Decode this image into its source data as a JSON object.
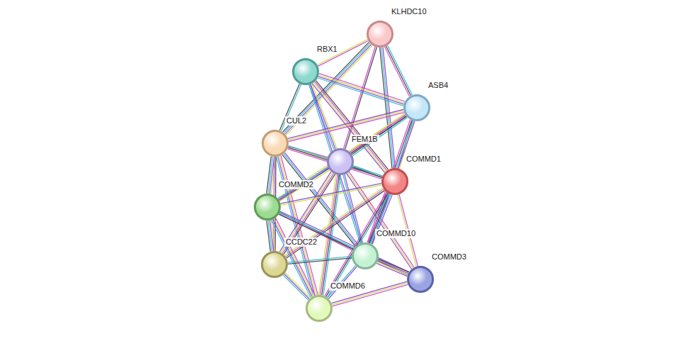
{
  "diagram": {
    "nodes": [
      {
        "text": [
          "KLHDC10"
        ]
      },
      {
        "text": [
          "RBX1"
        ]
      },
      {
        "text": [
          "ASB4"
        ]
      },
      {
        "text": [
          "CUL2"
        ]
      },
      {
        "text": [
          "FEM1B"
        ]
      },
      {
        "text": [
          "COMMD1"
        ]
      },
      {
        "text": [
          "COMMD2"
        ]
      },
      {
        "text": [
          "CCDC22"
        ]
      },
      {
        "text": [
          "COMMD10"
        ]
      },
      {
        "text": [
          "COMMD3"
        ]
      },
      {
        "text": [
          "COMMD6"
        ]
      }
    ],
    "edges": [
      {
        "from": 0,
        "to": 1,
        "arrow": "none"
      },
      {
        "from": 0,
        "to": 2,
        "arrow": "none"
      },
      {
        "from": 0,
        "to": 3,
        "arrow": "none"
      },
      {
        "from": 0,
        "to": 4,
        "arrow": "none"
      },
      {
        "from": 0,
        "to": 5,
        "arrow": "none"
      },
      {
        "from": 1,
        "to": 2,
        "arrow": "none"
      },
      {
        "from": 1,
        "to": 3,
        "arrow": "none"
      },
      {
        "from": 1,
        "to": 4,
        "arrow": "none"
      },
      {
        "from": 1,
        "to": 5,
        "arrow": "none"
      },
      {
        "from": 1,
        "to": 8,
        "arrow": "none"
      },
      {
        "from": 2,
        "to": 3,
        "arrow": "none"
      },
      {
        "from": 2,
        "to": 4,
        "arrow": "none"
      },
      {
        "from": 2,
        "to": 5,
        "arrow": "none"
      },
      {
        "from": 2,
        "to": 6,
        "arrow": "none"
      },
      {
        "from": 2,
        "to": 8,
        "arrow": "none"
      },
      {
        "from": 3,
        "to": 4,
        "arrow": "none"
      },
      {
        "from": 3,
        "to": 5,
        "arrow": "none"
      },
      {
        "from": 3,
        "to": 6,
        "arrow": "none"
      },
      {
        "from": 3,
        "to": 7,
        "arrow": "none"
      },
      {
        "from": 3,
        "to": 8,
        "arrow": "none"
      },
      {
        "from": 3,
        "to": 10,
        "arrow": "none"
      },
      {
        "from": 4,
        "to": 5,
        "arrow": "none"
      },
      {
        "from": 4,
        "to": 6,
        "arrow": "none"
      },
      {
        "from": 4,
        "to": 7,
        "arrow": "none"
      },
      {
        "from": 4,
        "to": 8,
        "arrow": "none"
      },
      {
        "from": 4,
        "to": 9,
        "arrow": "none"
      },
      {
        "from": 4,
        "to": 10,
        "arrow": "none"
      },
      {
        "from": 5,
        "to": 6,
        "arrow": "none"
      },
      {
        "from": 5,
        "to": 7,
        "arrow": "none"
      },
      {
        "from": 5,
        "to": 8,
        "arrow": "none"
      },
      {
        "from": 5,
        "to": 9,
        "arrow": "none"
      },
      {
        "from": 5,
        "to": 10,
        "arrow": "none"
      },
      {
        "from": 6,
        "to": 7,
        "arrow": "none"
      },
      {
        "from": 6,
        "to": 8,
        "arrow": "none"
      },
      {
        "from": 6,
        "to": 9,
        "arrow": "none"
      },
      {
        "from": 6,
        "to": 10,
        "arrow": "none"
      },
      {
        "from": 7,
        "to": 8,
        "arrow": "none"
      },
      {
        "from": 7,
        "to": 10,
        "arrow": "none"
      },
      {
        "from": 8,
        "to": 9,
        "arrow": "none"
      },
      {
        "from": 8,
        "to": 10,
        "arrow": "none"
      },
      {
        "from": 9,
        "to": 10,
        "arrow": "none"
      }
    ]
  }
}
